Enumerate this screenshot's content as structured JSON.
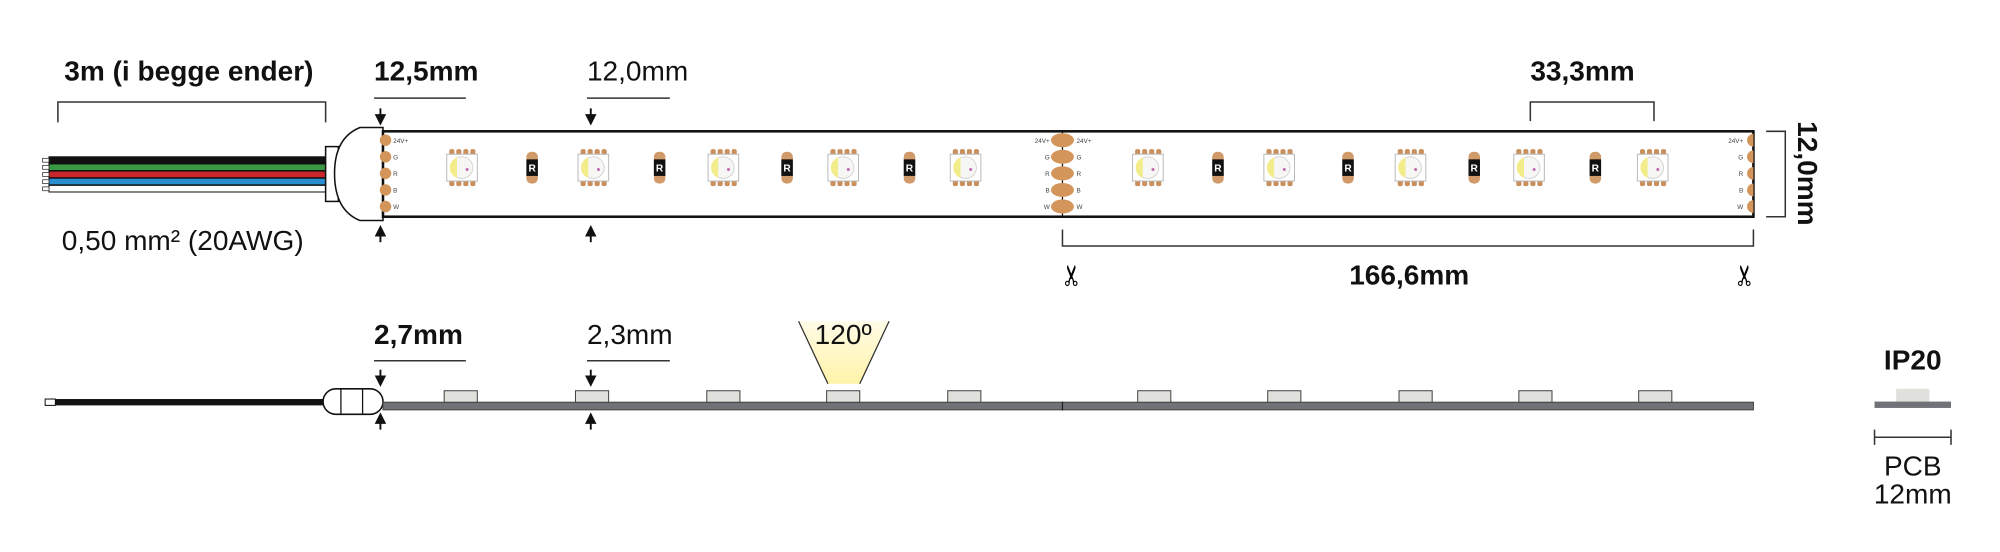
{
  "top_view": {
    "cable_length": "3m (i begge ender)",
    "edge_margin": "12,5mm",
    "led_width": "12,0mm",
    "led_pitch": "33,3mm",
    "cable_spec": "0,50 mm² (20AWG)",
    "cut_length": "166,6mm",
    "strip_width": "12,0mm",
    "pad_labels": [
      "24V+",
      "G",
      "R",
      "B",
      "W"
    ],
    "resistor_label": "R",
    "wire_colors": [
      "#111111",
      "#3a9a44",
      "#c8262a",
      "#2a8fd0",
      "#ffffff"
    ],
    "pad_color": "#d4955a"
  },
  "side_view": {
    "strip_height": "2,7mm",
    "led_height": "2,3mm",
    "beam_angle": "120º"
  },
  "cross_section": {
    "rating": "IP20",
    "pcb_label": "PCB",
    "pcb_width": "12mm"
  }
}
